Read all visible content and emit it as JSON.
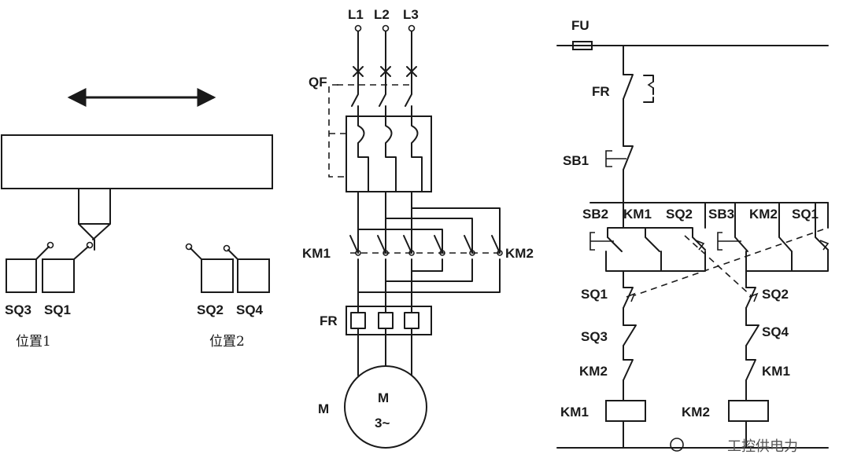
{
  "left": {
    "switch_labels": [
      "SQ3",
      "SQ1",
      "SQ2",
      "SQ4"
    ],
    "position1": "位置1",
    "position2": "位置2"
  },
  "main_circuit": {
    "phases": [
      "L1",
      "L2",
      "L3"
    ],
    "breaker": "QF",
    "contactor_forward": "KM1",
    "contactor_reverse": "KM2",
    "relay": "FR",
    "motor_label": "M",
    "motor_symbol": "M",
    "motor_type": "3~"
  },
  "control_circuit": {
    "fuse": "FU",
    "relay_contact": "FR",
    "stop_button": "SB1",
    "top_row": [
      "SB2",
      "KM1",
      "SQ2",
      "SB3",
      "KM2",
      "SQ1"
    ],
    "left_branch": [
      "SQ1",
      "SQ3",
      "KM2",
      "KM1"
    ],
    "right_branch": [
      "SQ2",
      "SQ4",
      "KM1",
      "KM2"
    ]
  },
  "watermark": "工控供电力"
}
